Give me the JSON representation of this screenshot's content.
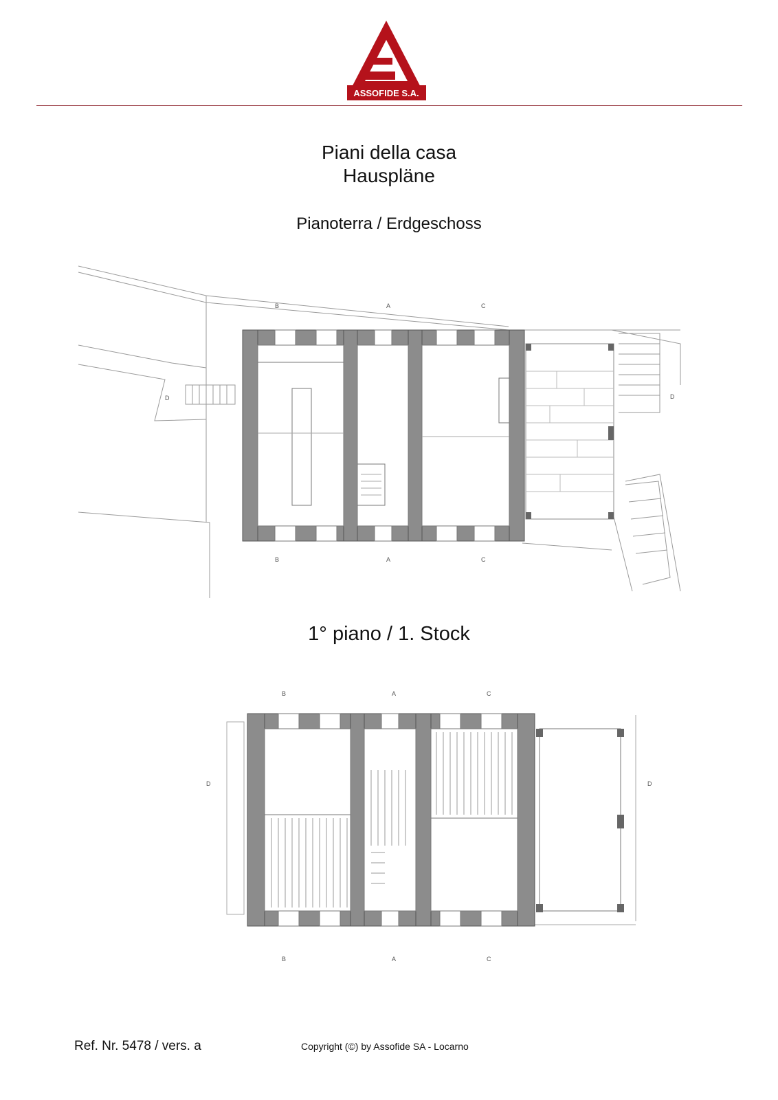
{
  "header": {
    "logo_text": "ASSOFIDE S.A.",
    "brand_color": "#b5121b"
  },
  "titles": {
    "main_it": "Piani della casa",
    "main_de": "Hauspläne",
    "ground_floor": "Pianoterra / Erdgeschoss",
    "first_floor": "1° piano / 1. Stock"
  },
  "plan_labels": {
    "section_b": "B",
    "section_a": "A",
    "section_c": "C",
    "section_d": "D"
  },
  "footer": {
    "ref": "Ref. Nr. 5478 / vers. a",
    "copyright": "Copyright (©) by Assofide SA - Locarno"
  }
}
